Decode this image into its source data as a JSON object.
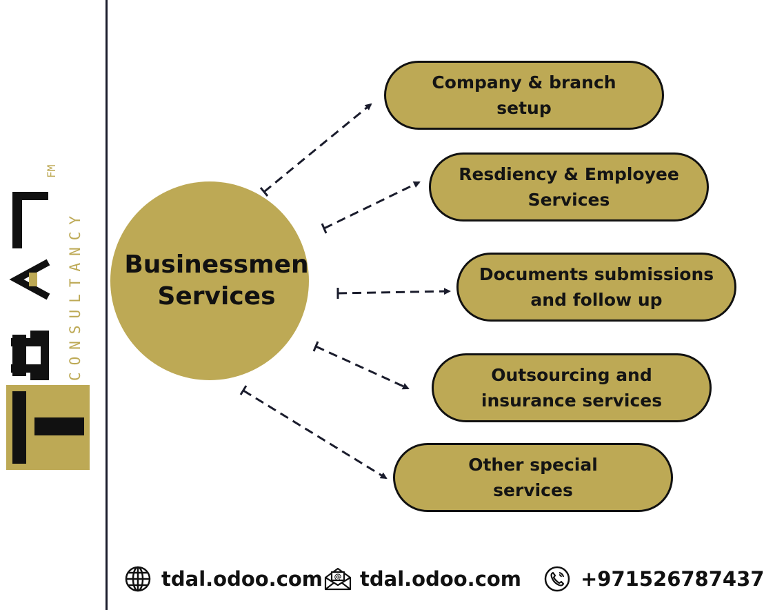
{
  "brand": {
    "letters": "TDAL",
    "superscript": "FM",
    "tagline": "CONSULTANCY",
    "gold": "#bda955",
    "dark": "#1a1c2c"
  },
  "hub": {
    "label": "Businessmen\nServices"
  },
  "services": [
    {
      "label": "Company & branch\nsetup"
    },
    {
      "label": "Resdiency & Employee\nServices"
    },
    {
      "label": "Documents submissions\nand follow up"
    },
    {
      "label": "Outsourcing and\ninsurance services"
    },
    {
      "label": "Other  special\nservices"
    }
  ],
  "footer": {
    "website": {
      "icon": "globe-icon",
      "text": "tdal.odoo.com"
    },
    "email": {
      "icon": "email-icon",
      "text": "tdal.odoo.com"
    },
    "phone": {
      "icon": "phone-icon",
      "text": "+971526787437"
    }
  }
}
